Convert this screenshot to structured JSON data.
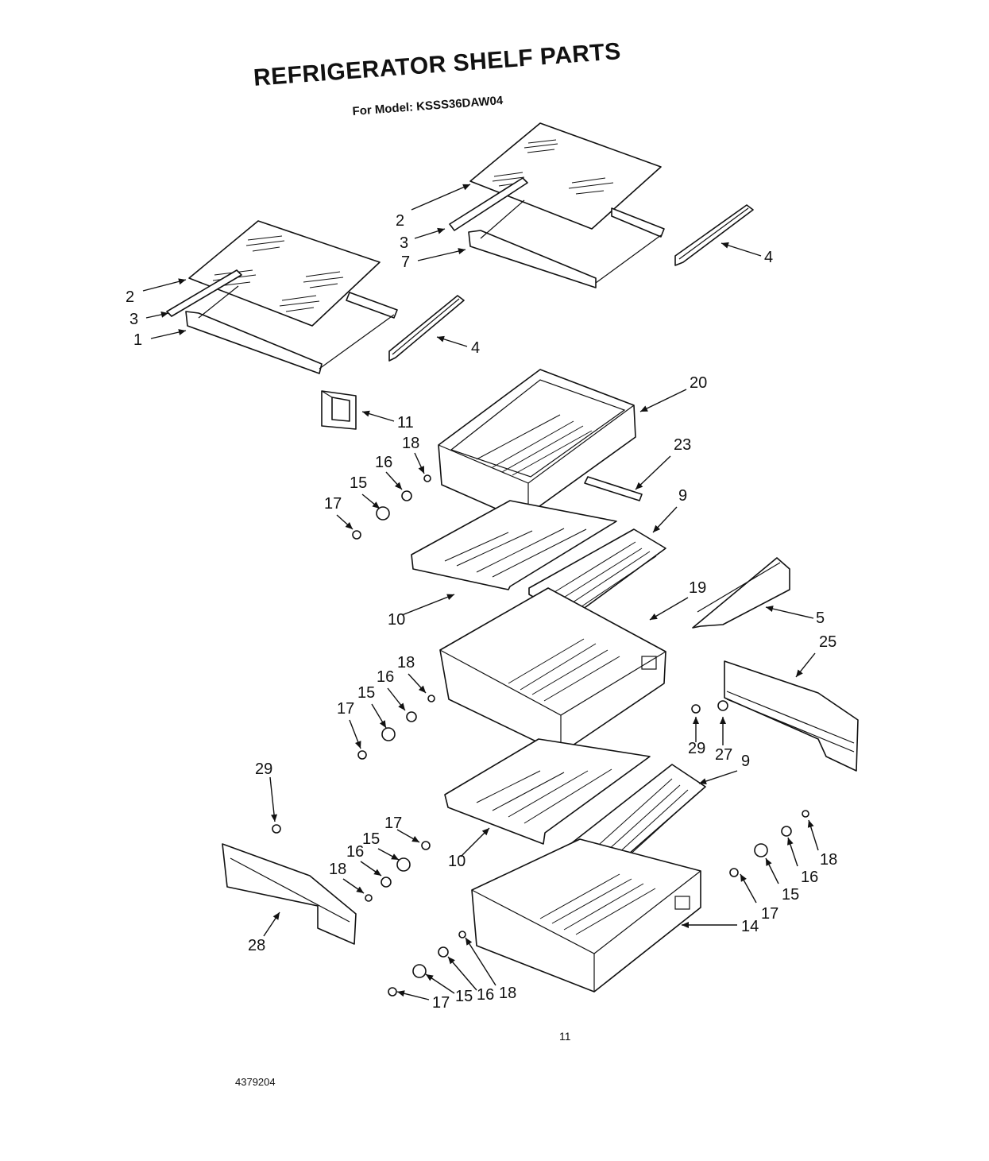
{
  "title": "REFRIGERATOR SHELF PARTS",
  "model_line": "For Model: KSSS36DAW04",
  "page_number": "11",
  "document_number": "4379204",
  "callouts": [
    {
      "label": "2"
    },
    {
      "label": "3"
    },
    {
      "label": "7"
    },
    {
      "label": "4"
    },
    {
      "label": "2"
    },
    {
      "label": "3"
    },
    {
      "label": "1"
    },
    {
      "label": "4"
    },
    {
      "label": "20"
    },
    {
      "label": "11"
    },
    {
      "label": "18"
    },
    {
      "label": "16"
    },
    {
      "label": "15"
    },
    {
      "label": "17"
    },
    {
      "label": "23"
    },
    {
      "label": "9"
    },
    {
      "label": "19"
    },
    {
      "label": "10"
    },
    {
      "label": "5"
    },
    {
      "label": "25"
    },
    {
      "label": "18"
    },
    {
      "label": "16"
    },
    {
      "label": "15"
    },
    {
      "label": "17"
    },
    {
      "label": "29"
    },
    {
      "label": "27"
    },
    {
      "label": "9"
    },
    {
      "label": "29"
    },
    {
      "label": "17"
    },
    {
      "label": "15"
    },
    {
      "label": "16"
    },
    {
      "label": "18"
    },
    {
      "label": "10"
    },
    {
      "label": "28"
    },
    {
      "label": "18"
    },
    {
      "label": "16"
    },
    {
      "label": "15"
    },
    {
      "label": "17"
    },
    {
      "label": "14"
    },
    {
      "label": "17"
    },
    {
      "label": "15"
    },
    {
      "label": "16"
    },
    {
      "label": "18"
    }
  ]
}
